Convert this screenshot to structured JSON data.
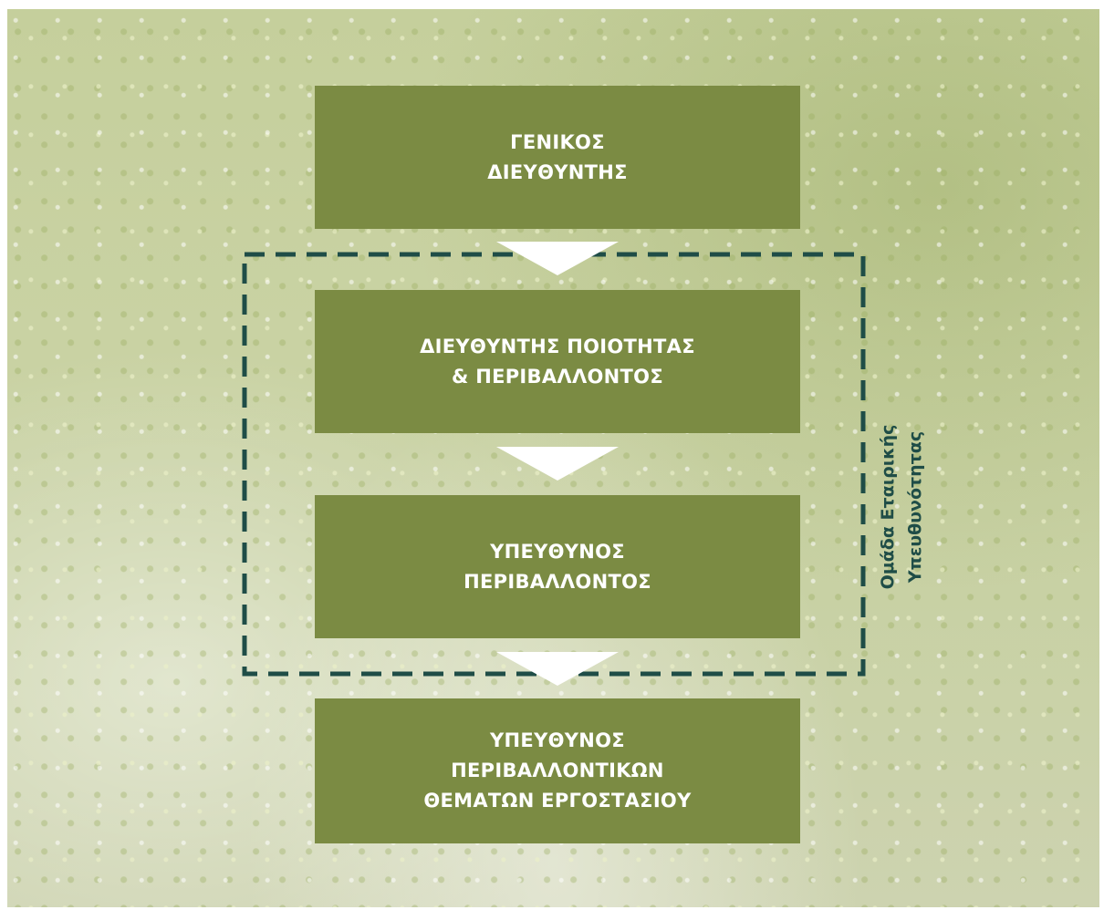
{
  "diagram": {
    "nodes": [
      {
        "id": "general-director",
        "text": "ΓΕΝΙΚΟΣ\nΔΙΕΥΘΥΝΤΗΣ"
      },
      {
        "id": "quality-environment-director",
        "text": "ΔΙΕΥΘΥΝΤΗΣ ΠΟΙΟΤΗΤΑΣ\n& ΠΕΡΙΒΑΛΛΟΝΤΟΣ"
      },
      {
        "id": "environment-manager",
        "text": "ΥΠΕΥΘΥΝΟΣ\nΠΕΡΙΒΑΛΛΟΝΤΟΣ"
      },
      {
        "id": "factory-environmental-manager",
        "text": "ΥΠΕΥΘΥΝΟΣ\nΠΕΡΙΒΑΛΛΟΝΤΙΚΩΝ\nΘΕΜΑΤΩΝ ΕΡΓΟΣΤΑΣΙΟΥ"
      }
    ],
    "edges": [
      {
        "from": "general-director",
        "to": "quality-environment-director"
      },
      {
        "from": "quality-environment-director",
        "to": "environment-manager"
      },
      {
        "from": "environment-manager",
        "to": "factory-environmental-manager"
      }
    ],
    "group": {
      "label_line1": "Ομάδα Εταιρικής",
      "label_line2": "Υπευθυνότητας",
      "members": [
        "quality-environment-director",
        "environment-manager"
      ],
      "border_style": "dashed"
    },
    "colors": {
      "box_fill": "#7b8b43",
      "box_text": "#ffffff",
      "arrow": "#ffffff",
      "group_border": "#1f4d47",
      "background": "meadow"
    }
  }
}
